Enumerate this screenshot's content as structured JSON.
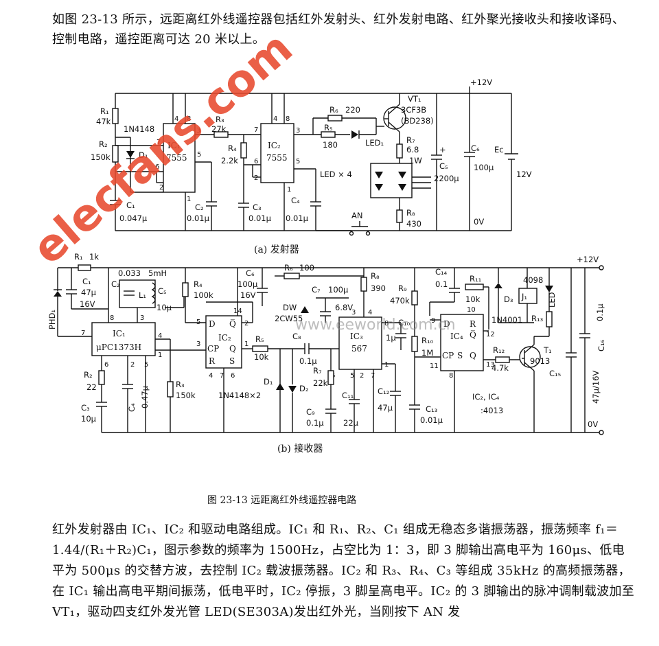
{
  "intro_text": "如图 23-13 所示，远距离红外线遥控器包括红外发射头、红外发射电路、红外聚光接收头和接收译码、控制电路，遥控距离可达 20 米以上。",
  "watermark": "elecfans.com",
  "watermark2": "www.eeworld.com.cn",
  "transmitter": {
    "caption": "(a) 发射器",
    "supply": "+12V",
    "ground": "0V",
    "components": {
      "R1": "R₁",
      "R1v": "47k",
      "R2": "R₂",
      "R2v": "150k",
      "D1": "D₁",
      "D1part": "1N4148",
      "C1": "C₁",
      "C1v": "0.047μ",
      "IC1": "IC₁",
      "IC1part": "7555",
      "R3": "R₃",
      "R3v": "27k",
      "R4": "R₄",
      "R4v": "2.2k",
      "C2": "C₂",
      "C2v": "0.01μ",
      "IC2": "IC₂",
      "IC2part": "7555",
      "C3": "C₃",
      "C3v": "0.01μ",
      "C4": "C₄",
      "C4v": "0.01μ",
      "R6": "R₆",
      "R6v": "220",
      "R5": "R₅",
      "R5v": "180",
      "LED1": "LED₁",
      "VT1": "VT₁",
      "VT1part": "3CF3B",
      "VT1alt": "(BD238)",
      "R7": "R₇",
      "R7v": "6.8",
      "R7w": "1W",
      "LEDx4": "LED × 4",
      "R8": "R₈",
      "R8v": "430",
      "AN": "AN",
      "C5": "C₅",
      "C5v": "2200μ",
      "C6": "C₆",
      "C6v": "100μ",
      "EC": "Eᴄ",
      "ECv": "12V"
    },
    "pins": [
      "4",
      "8",
      "3",
      "7",
      "6",
      "5",
      "2",
      "1",
      "4",
      "8",
      "3",
      "7",
      "6",
      "5",
      "2",
      "1"
    ]
  },
  "receiver": {
    "caption": "(b) 接收器",
    "supply": "+12V",
    "ground": "0V",
    "components": {
      "PHD1": "PHD₁",
      "R1": "R₁",
      "R1v": "1k",
      "C1": "C₁",
      "C1v": "47μ",
      "C1volt": "16V",
      "C2": "C₂",
      "C2v": "0.033",
      "L1": "L₁",
      "L1v": "5mH",
      "C5": "C₅",
      "C5v": "10μ",
      "IC1": "IC₁",
      "IC1part": "μPC1373H",
      "R2": "R₂",
      "R2v": "22",
      "C3": "C₃",
      "C3v": "10μ",
      "C4": "C₄",
      "C4v": "0.47μ",
      "R3": "R₃",
      "R3v": "150k",
      "R4": "R₄",
      "R4v": "100k",
      "IC2": "IC₂",
      "C6": "C₆",
      "C6v": "100μ",
      "C6volt": "16V",
      "R6": "R₆",
      "R6v": "100",
      "C7": "C₇",
      "C7v": "100μ",
      "DW": "DW",
      "DWpart": "2CW55",
      "DWv": "6.8V",
      "R8": "R₈",
      "R8v": "390",
      "R5": "R₅",
      "R5v": "10k",
      "C8": "C₈",
      "C8v": "0.1μ",
      "D1": "D₁",
      "D2": "D₂",
      "Dpart": "1N4148×2",
      "IC3": "IC₃",
      "IC3part": "567",
      "R7": "R₇",
      "R7v": "22k",
      "C9": "C₉",
      "C9v": "0.1μ",
      "C10": "C₁₀",
      "C10v": "1μ",
      "C11": "C₁₁",
      "C11v": "22μ",
      "C12": "C₁₂",
      "C12v": "47μ",
      "R9": "R₉",
      "R9v": "470k",
      "R10": "R₁₀",
      "R10v": "1M",
      "C13": "C₁₃",
      "C13v": "0.01μ",
      "C14": "C₁₄",
      "C14v": "0.1",
      "R11": "R₁₁",
      "R11v": "10k",
      "IC4": "IC₄",
      "IC24": "IC₂, IC₄",
      "IC24part": ":4013",
      "D3": "D₃",
      "D3part": "1N4001",
      "J1": "J₁",
      "part4098": "4098",
      "LED": "LED",
      "R13": "R₁₃",
      "R12": "R₁₂",
      "R12v": "4.7k",
      "T1": "T₁",
      "T1part": "9013",
      "C15": "C₁₅",
      "C15v": "47μ/16V",
      "C16": "C₁₆",
      "C16v": "0.1μ"
    },
    "ffpins": {
      "D": "D",
      "Q": "Q",
      "Qbar": "Q̅",
      "CP": "CP",
      "R": "R",
      "S": "S"
    }
  },
  "figure_caption": "图 23-13   远距离红外线遥控器电路",
  "body_text": "红外发射器由 IC₁、IC₂ 和驱动电路组成。IC₁ 和 R₁、R₂、C₁ 组成无稳态多谐振荡器，振荡频率 f₁＝1.44/(R₁＋R₂)C₁，图示参数的频率为 1500Hz，占空比为 1：3，即 3 脚输出高电平为 160μs、低电平为 500μs 的交替方波，去控制 IC₂ 载波振荡器。IC₂ 和 R₃、R₄、C₃ 等组成 35kHz 的高频振荡器，在 IC₁ 输出高电平期间振荡，低电平时，IC₂ 停振，3 脚呈高电平。IC₂ 的 3 脚输出的脉冲调制载波加至 VT₁，驱动四支红外发光管 LED(SE303A)发出红外光，当刚按下 AN 发"
}
